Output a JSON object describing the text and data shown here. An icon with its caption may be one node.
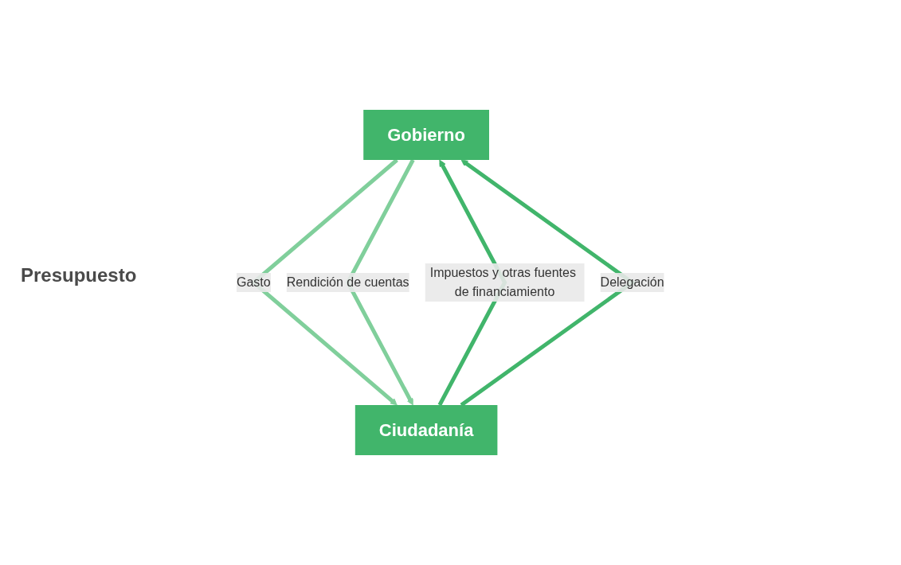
{
  "diagram": {
    "nodes": [
      {
        "text": [
          "Gobierno"
        ]
      },
      {
        "text": [
          "Ciudadanía"
        ]
      }
    ],
    "edges": [
      {
        "from": 1,
        "to": 0,
        "arrow": "to",
        "label": "Impuestos y otras fuentes de financiamiento",
        "color": "#41b56b"
      },
      {
        "from": 0,
        "to": 1,
        "arrow": "to",
        "label": "Gasto",
        "color": "#80cf9b"
      },
      {
        "from": 1,
        "to": 0,
        "arrow": "to",
        "label": "Delegación",
        "color": "#41b56b"
      },
      {
        "from": 0,
        "to": 1,
        "arrow": "to",
        "label": "Rendición de cuentas",
        "color": "#80cf9b"
      }
    ],
    "labels": [
      "Presupuesto"
    ]
  }
}
